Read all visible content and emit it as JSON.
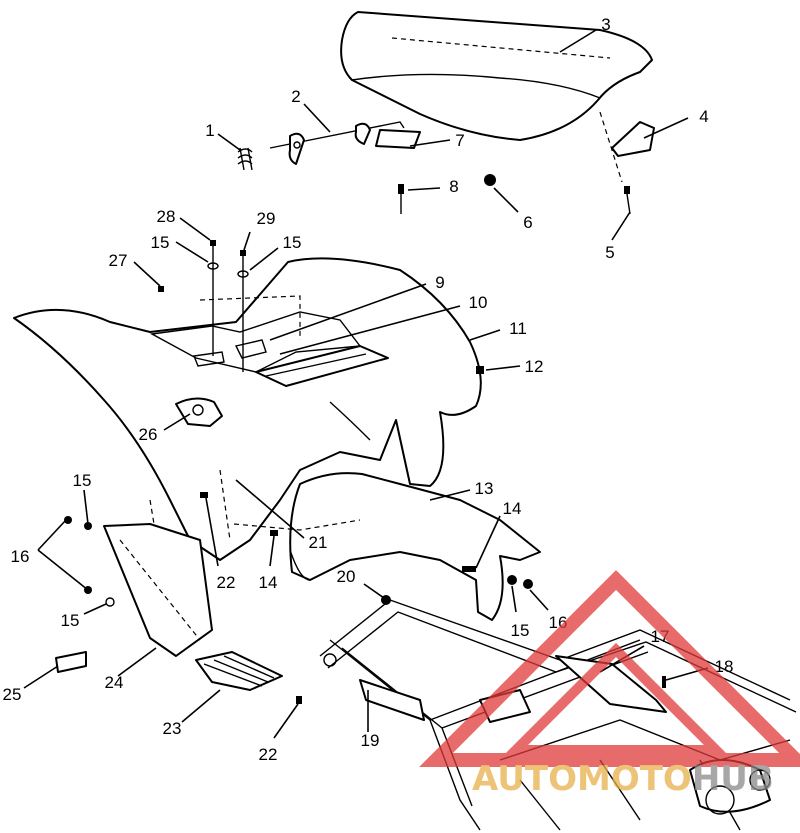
{
  "callouts": [
    {
      "id": "1",
      "text": "1"
    },
    {
      "id": "2",
      "text": "2"
    },
    {
      "id": "3",
      "text": "3"
    },
    {
      "id": "4",
      "text": "4"
    },
    {
      "id": "5",
      "text": "5"
    },
    {
      "id": "6",
      "text": "6"
    },
    {
      "id": "7",
      "text": "7"
    },
    {
      "id": "8",
      "text": "8"
    },
    {
      "id": "9",
      "text": "9"
    },
    {
      "id": "10",
      "text": "10"
    },
    {
      "id": "11",
      "text": "11"
    },
    {
      "id": "12",
      "text": "12"
    },
    {
      "id": "13",
      "text": "13"
    },
    {
      "id": "14a",
      "text": "14"
    },
    {
      "id": "14b",
      "text": "14"
    },
    {
      "id": "15a",
      "text": "15"
    },
    {
      "id": "15b",
      "text": "15"
    },
    {
      "id": "15c",
      "text": "15"
    },
    {
      "id": "15d",
      "text": "15"
    },
    {
      "id": "15e",
      "text": "15"
    },
    {
      "id": "16a",
      "text": "16"
    },
    {
      "id": "16b",
      "text": "16"
    },
    {
      "id": "17",
      "text": "17"
    },
    {
      "id": "18",
      "text": "18"
    },
    {
      "id": "19",
      "text": "19"
    },
    {
      "id": "20",
      "text": "20"
    },
    {
      "id": "21",
      "text": "21"
    },
    {
      "id": "22a",
      "text": "22"
    },
    {
      "id": "22b",
      "text": "22"
    },
    {
      "id": "23",
      "text": "23"
    },
    {
      "id": "24",
      "text": "24"
    },
    {
      "id": "25",
      "text": "25"
    },
    {
      "id": "26",
      "text": "26"
    },
    {
      "id": "27",
      "text": "27"
    },
    {
      "id": "28",
      "text": "28"
    },
    {
      "id": "29",
      "text": "29"
    }
  ],
  "watermark": {
    "part1": "AUTO",
    "part2": "MOTO",
    "part3": "HUB",
    "color_red": "#e03a3a",
    "color_gold": "#e8b04a",
    "color_gray": "#8a8a8a"
  }
}
